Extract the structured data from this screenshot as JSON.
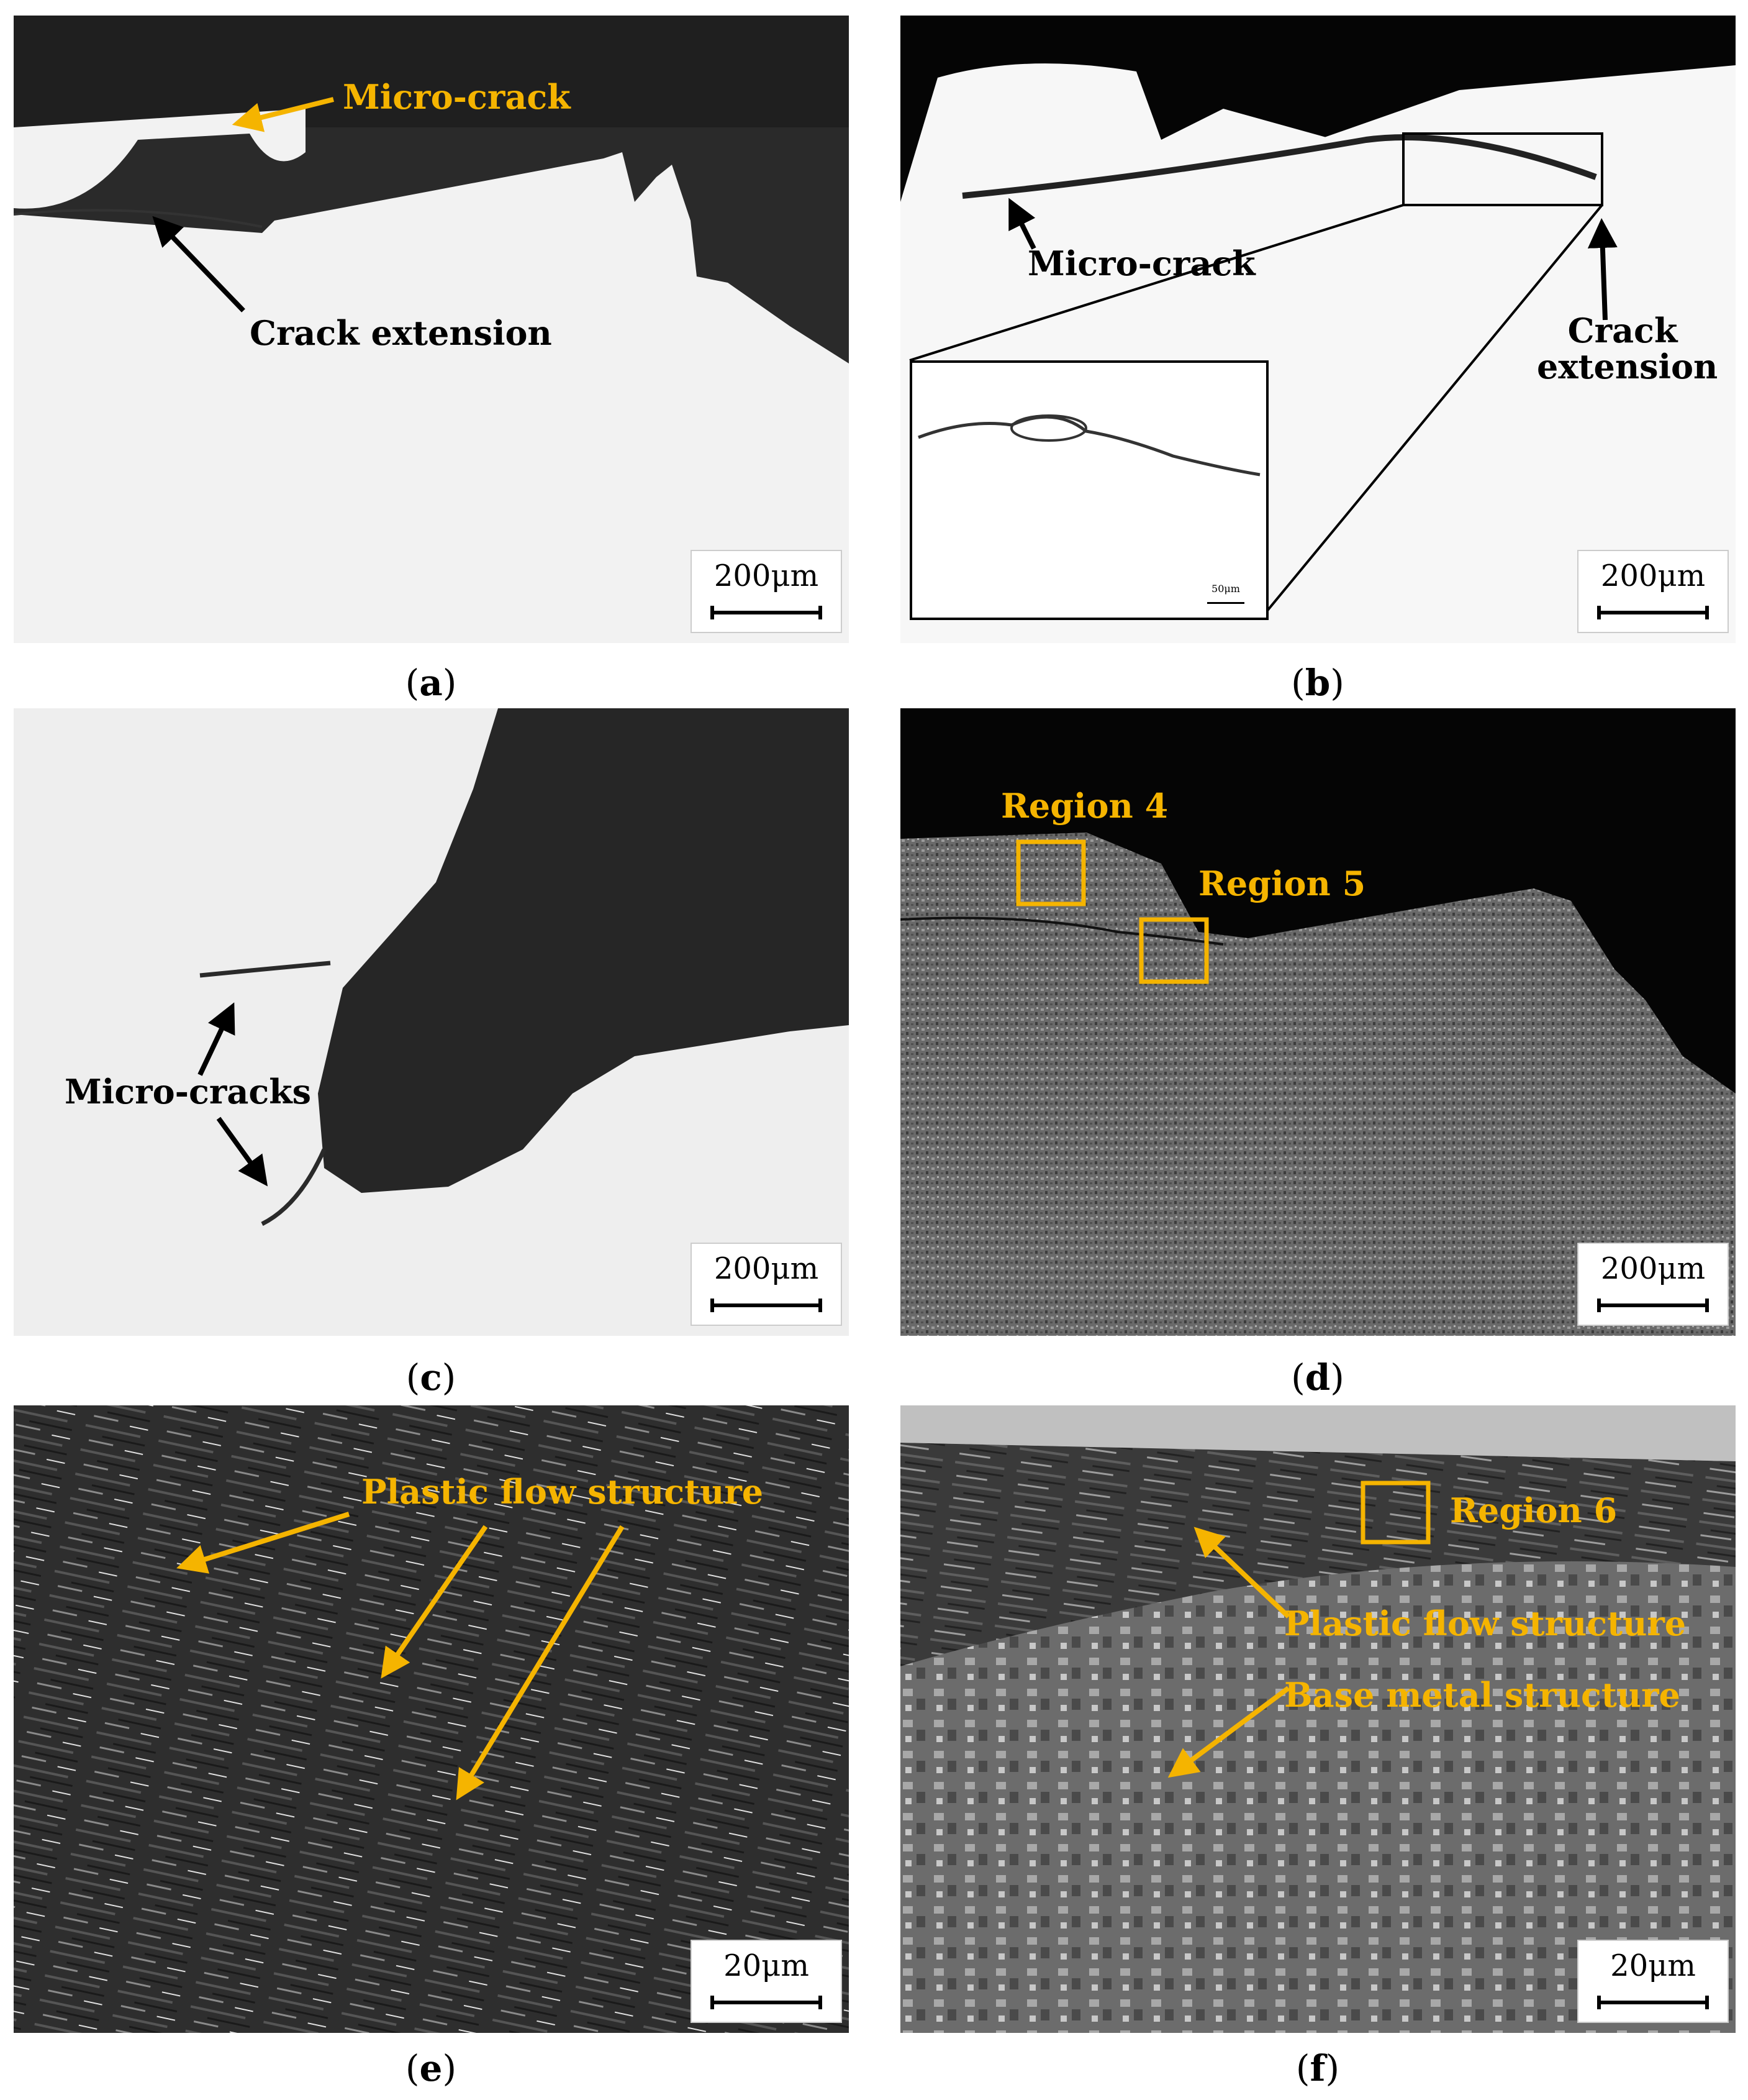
{
  "panels": {
    "a": {
      "caption_open": "(",
      "caption_letter": "a",
      "caption_close": ")",
      "annotations": {
        "micro_crack": "Micro-crack",
        "crack_extension": "Crack extension"
      },
      "scale_bar": "200μm"
    },
    "b": {
      "caption_open": "(",
      "caption_letter": "b",
      "caption_close": ")",
      "annotations": {
        "micro_crack": "Micro-crack",
        "crack_line1": "Crack",
        "crack_line2": "extension"
      },
      "scale_bar": "200μm",
      "inset_scale_bar": "50μm"
    },
    "c": {
      "caption_open": "(",
      "caption_letter": "c",
      "caption_close": ")",
      "annotations": {
        "micro_cracks": "Micro-cracks"
      },
      "scale_bar": "200μm"
    },
    "d": {
      "caption_open": "(",
      "caption_letter": "d",
      "caption_close": ")",
      "annotations": {
        "region4": "Region 4",
        "region5": "Region 5"
      },
      "scale_bar": "200μm"
    },
    "e": {
      "caption_open": "(",
      "caption_letter": "e",
      "caption_close": ")",
      "annotations": {
        "plastic_flow": "Plastic flow structure"
      },
      "scale_bar": "20μm"
    },
    "f": {
      "caption_open": "(",
      "caption_letter": "f",
      "caption_close": ")",
      "annotations": {
        "region6": "Region 6",
        "plastic_flow": "Plastic flow structure",
        "base_metal": "Base metal structure"
      },
      "scale_bar": "20μm"
    }
  },
  "colors": {
    "annotation_yellow": "#f5b400",
    "annotation_black": "#000000"
  }
}
